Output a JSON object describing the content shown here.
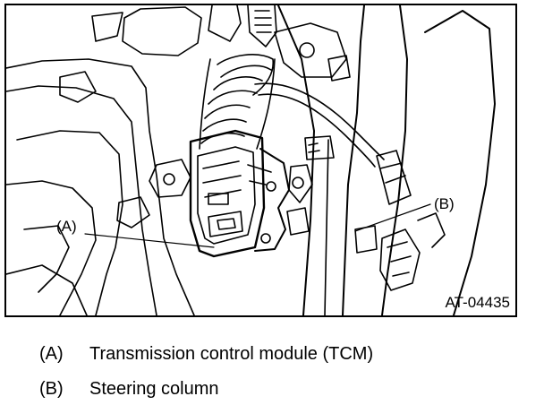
{
  "figure": {
    "code": "AT-04435",
    "callouts": [
      {
        "id": "a",
        "text": "(A)"
      },
      {
        "id": "b",
        "text": "(B)"
      }
    ]
  },
  "legend": [
    {
      "letter": "(A)",
      "text": "Transmission control module (TCM)"
    },
    {
      "letter": "(B)",
      "text": "Steering column"
    }
  ],
  "colors": {
    "line": "#000000",
    "background": "#ffffff"
  }
}
